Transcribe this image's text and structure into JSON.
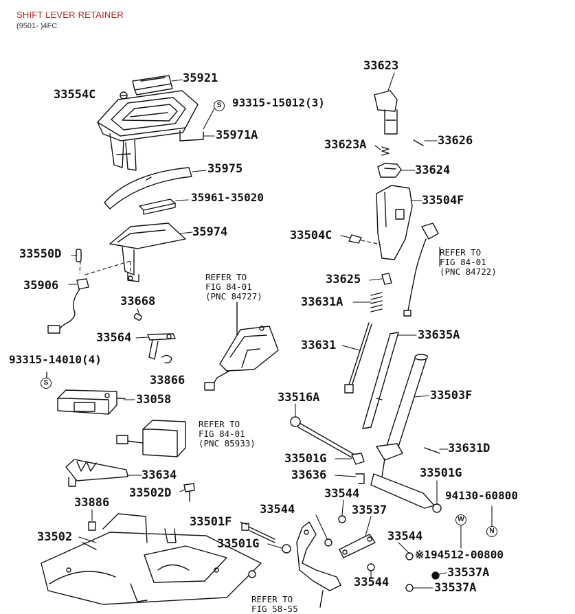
{
  "header": {
    "title": "SHIFT LEVER RETAINER",
    "subtitle": "(9501- )4FC"
  },
  "markers": {
    "s": "S",
    "w": "W",
    "n": "N"
  },
  "parts": {
    "p35921": "35921",
    "p33554C": "33554C",
    "p93315_15012": "93315-15012(3)",
    "p35971A": "35971A",
    "p35975": "35975",
    "p35961_35020": "35961-35020",
    "p35974": "35974",
    "p33550D": "33550D",
    "p35906": "35906",
    "p33668": "33668",
    "p33564": "33564",
    "p93315_14010": "93315-14010(4)",
    "p33866": "33866",
    "p33058": "33058",
    "p33634": "33634",
    "p33502D": "33502D",
    "p33886": "33886",
    "p33502": "33502",
    "p33501F": "33501F",
    "p33501G_a": "33501G",
    "p33623": "33623",
    "p33626": "33626",
    "p33623A": "33623A",
    "p33624": "33624",
    "p33504F": "33504F",
    "p33504C": "33504C",
    "p33625": "33625",
    "p33631A": "33631A",
    "p33631": "33631",
    "p33635A": "33635A",
    "p33516A": "33516A",
    "p33503F": "33503F",
    "p33631D": "33631D",
    "p33501G_b": "33501G",
    "p33636": "33636",
    "p33501G_c": "33501G",
    "p33544_a": "33544",
    "p33544_b": "33544",
    "p33537": "33537",
    "p33544_c": "33544",
    "p33544_d": "33544",
    "p94130": "94130-60800",
    "p94512": "※194512-00800",
    "p33537A_a": "33537A",
    "p33537A_b": "33537A"
  },
  "refs": {
    "r84727": {
      "line1": "REFER TO",
      "line2": "FIG 84-01",
      "line3": "(PNC 84727)"
    },
    "r84722": {
      "line1": "REFER TO",
      "line2": "FIG 84-01",
      "line3": "(PNC 84722)"
    },
    "r85933": {
      "line1": "REFER TO",
      "line2": "FIG 84-01",
      "line3": "(PNC 85933)"
    },
    "r58_55": {
      "line1": "REFER TO",
      "line2": "FIG 58-55"
    }
  }
}
